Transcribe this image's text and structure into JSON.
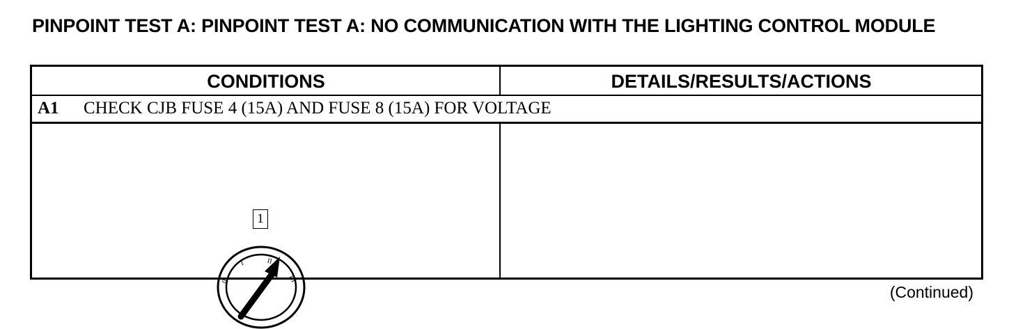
{
  "title": "PINPOINT TEST A:  PINPOINT TEST A: NO COMMUNICATION WITH THE LIGHTING CONTROL MODULE",
  "table": {
    "headers": {
      "conditions": "CONDITIONS",
      "details": "DETAILS/RESULTS/ACTIONS"
    },
    "step": {
      "id": "A1",
      "text": "CHECK CJB FUSE 4 (15A) AND FUSE 8 (15A) FOR VOLTAGE"
    },
    "illustration": {
      "callout_number": "1",
      "icon": "ignition-switch-icon",
      "positions": [
        "0",
        "I",
        "II",
        "III"
      ]
    },
    "details_text": ""
  },
  "footer": {
    "continued": "(Continued)"
  }
}
